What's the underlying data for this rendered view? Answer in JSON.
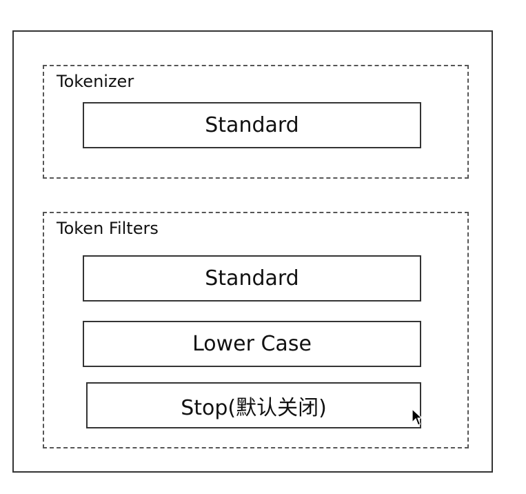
{
  "diagram": {
    "tokenizer": {
      "title": "Tokenizer",
      "items": [
        "Standard"
      ]
    },
    "token_filters": {
      "title": "Token Filters",
      "items": [
        "Standard",
        "Lower Case",
        "Stop(默认关闭)"
      ]
    },
    "colors": {
      "background": "#ffffff",
      "border": "#333333",
      "dashed_border": "#555555",
      "text": "#111111"
    },
    "icons": {
      "cursor": "mouse-pointer-icon"
    }
  }
}
